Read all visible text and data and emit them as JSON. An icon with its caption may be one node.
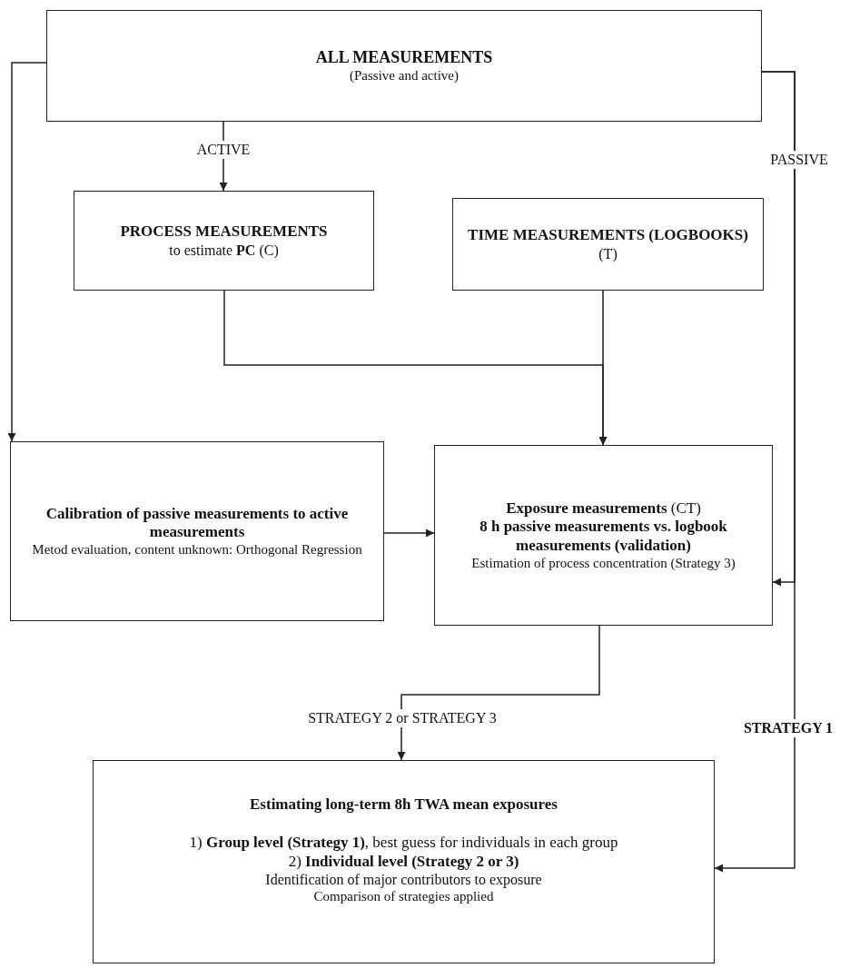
{
  "diagram": {
    "nodes": [
      {
        "text": [
          "ALL MEASUREMENTS",
          "(Passive and active)"
        ]
      },
      {
        "text": [
          "PROCESS MEASUREMENTS",
          "to estimate **PC** (C)"
        ]
      },
      {
        "text": [
          "TIME MEASUREMENTS (LOGBOOKS)",
          "(T)"
        ]
      },
      {
        "text": [
          "Calibration of passive measurements to active measurements",
          "Metod evaluation, content unknown: Orthogonal Regression"
        ]
      },
      {
        "text": [
          "**Exposure measurements** (CT)",
          "8 h passive measurements vs. logbook measurements (validation)",
          "Estimation of process concentration (Strategy 3)"
        ]
      },
      {
        "text": [
          "Estimating long-term 8h TWA mean exposures",
          "1) **Group level (Strategy 1)**, best guess for individuals in each group",
          "2) **Individual level (Strategy 2 or 3)**",
          "Identification of major contributors to exposure",
          "Comparison of strategies applied"
        ]
      }
    ],
    "edges": [
      {
        "from": 0,
        "to": 1,
        "arrow": "to",
        "label": "ACTIVE"
      },
      {
        "from": 0,
        "to": 3,
        "arrow": "to"
      },
      {
        "from": 1,
        "to": 4,
        "arrow": "to"
      },
      {
        "from": 2,
        "to": 4,
        "arrow": "to"
      },
      {
        "from": 3,
        "to": 4,
        "arrow": "to"
      },
      {
        "from": 0,
        "to": 4,
        "arrow": "to",
        "label": "PASSIVE"
      },
      {
        "from": 0,
        "to": 5,
        "arrow": "to",
        "label": "STRATEGY 1"
      },
      {
        "from": 4,
        "to": 5,
        "arrow": "to",
        "label": "STRATEGY 2 or STRATEGY 3"
      }
    ]
  }
}
